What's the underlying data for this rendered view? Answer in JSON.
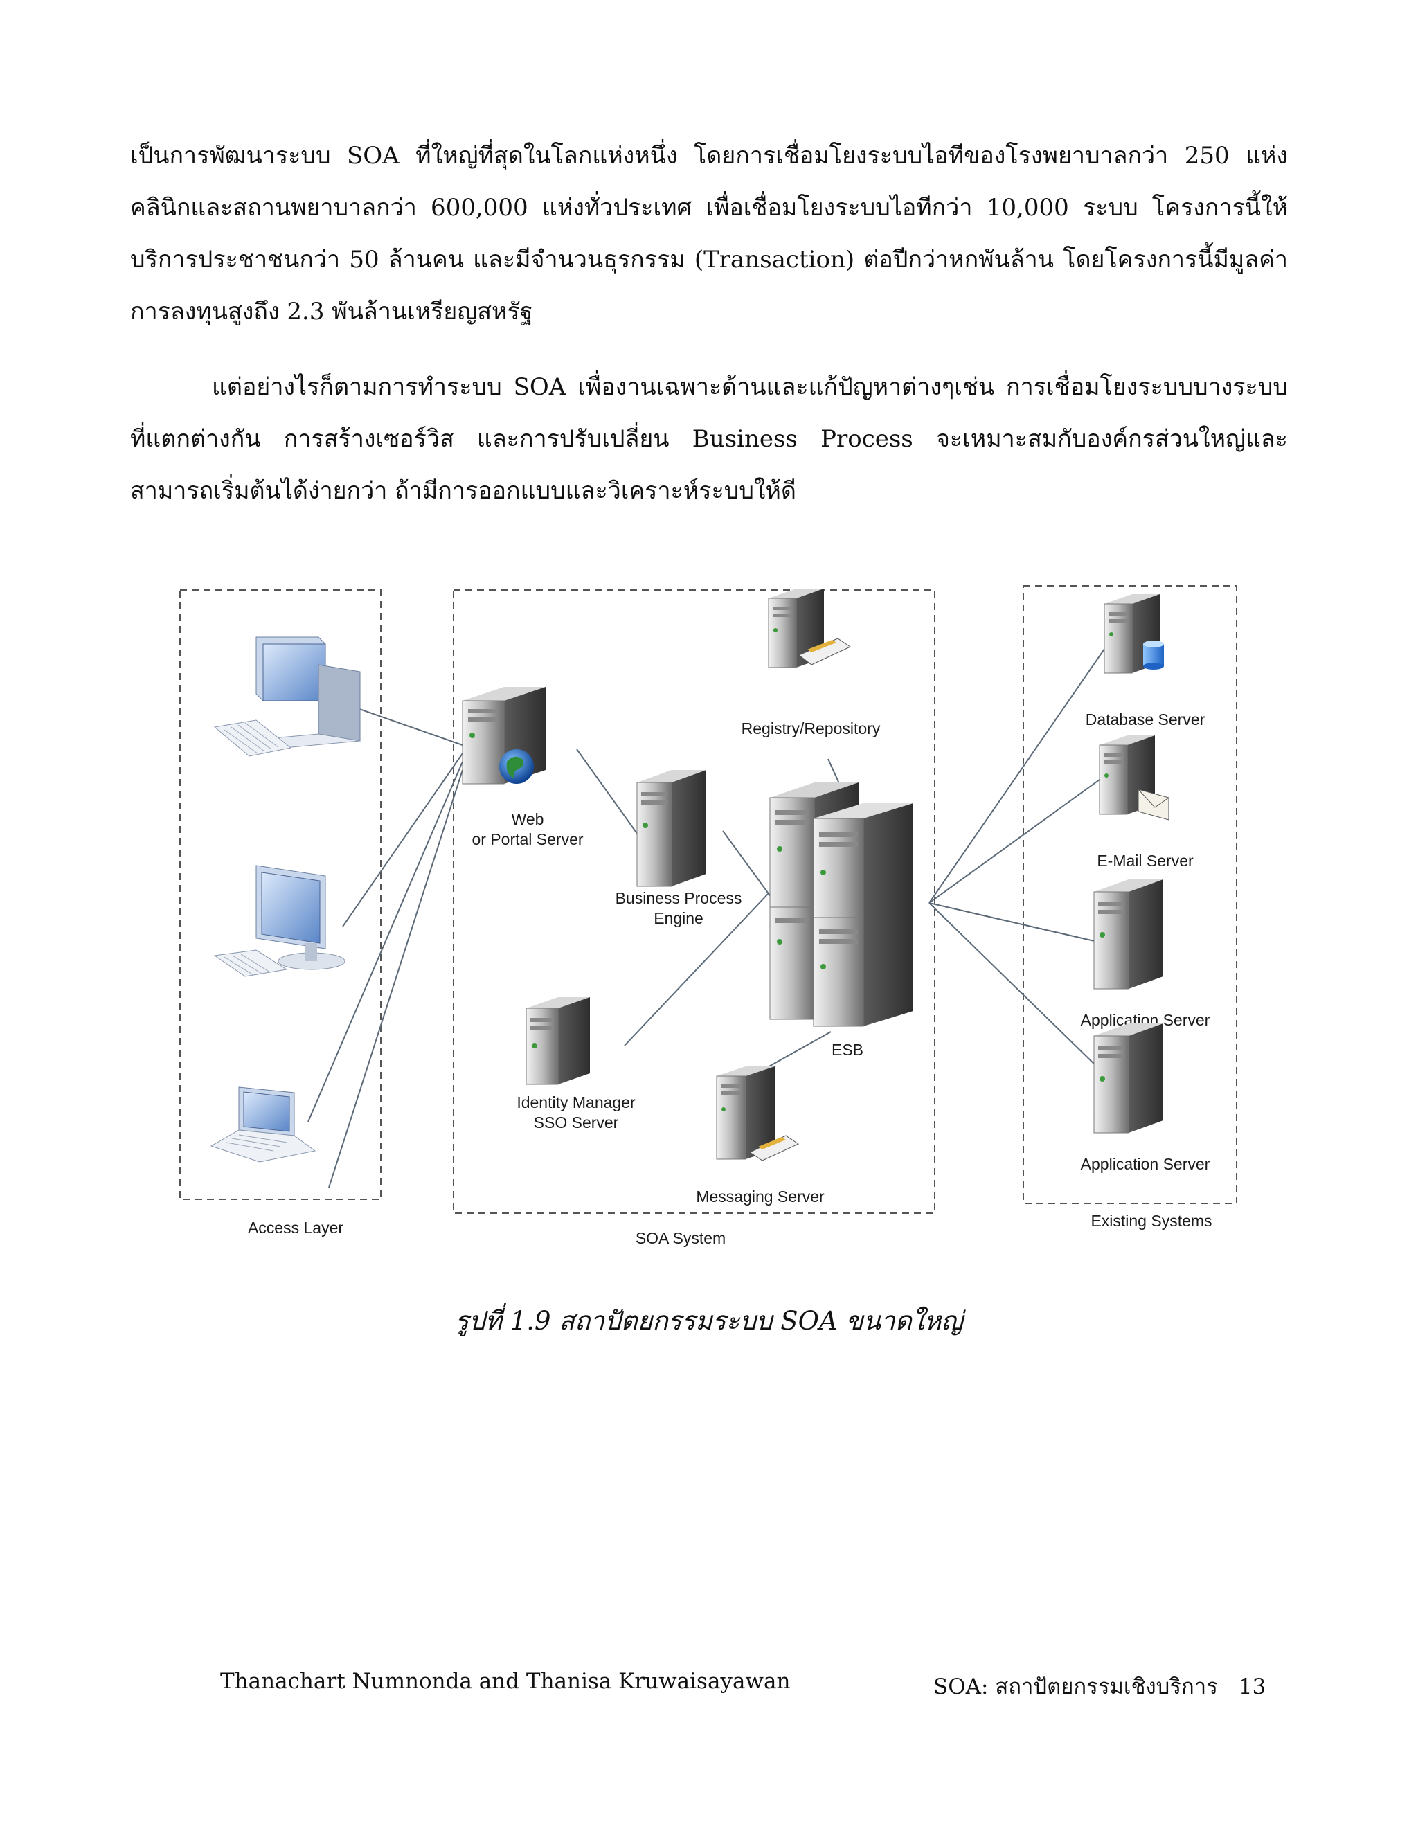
{
  "paragraphs": [
    "เป็นการพัฒนาระบบ SOA ที่ใหญ่ที่สุดในโลกแห่งหนึ่ง โดยการเชื่อมโยงระบบไอทีของโรงพยาบาลกว่า 250 แห่ง คลินิกและสถานพยาบาลกว่า 600,000 แห่งทั่วประเทศ เพื่อเชื่อมโยงระบบไอทีกว่า 10,000 ระบบ โครงการนี้ให้บริการประชาชนกว่า 50 ล้านคน และมีจำนวนธุรกรรม (Transaction) ต่อปีกว่าหกพันล้าน โดยโครงการนี้มีมูลค่าการลงทุนสูงถึง 2.3 พันล้านเหรียญสหรัฐ",
    "แต่อย่างไรก็ตามการทำระบบ SOA เพื่องานเฉพาะด้านและแก้ปัญหาต่างๆเช่น การเชื่อมโยงระบบบางระบบที่แตกต่างกัน การสร้างเซอร์วิส และการปรับเปลี่ยน Business Process จะเหมาะสมกับองค์กรส่วนใหญ่และสามารถเริ่มต้นได้ง่ายกว่า ถ้ามีการออกแบบและวิเคราะห์ระบบให้ดี"
  ],
  "diagram": {
    "groups": {
      "access_layer": "Access Layer",
      "soa_system": "SOA System",
      "existing_systems": "Existing Systems"
    },
    "nodes": {
      "web_line1": "Web",
      "web_line2": "or Portal Server",
      "registry": "Registry/Repository",
      "bpe_line1": "Business Process",
      "bpe_line2": "Engine",
      "esb": "ESB",
      "idm_line1": "Identity Manager",
      "idm_line2": "SSO Server",
      "messaging": "Messaging Server",
      "database": "Database Server",
      "email": "E-Mail Server",
      "app1": "Application Server",
      "app2": "Application Server"
    }
  },
  "caption": "รูปที่  1.9 สถาปัตยกรรมระบบ SOA ขนาดใหญ่",
  "footer": {
    "authors": "Thanachart Numnonda and Thanisa Kruwaisayawan",
    "title": "SOA: สถาปัตยกรรมเชิงบริการ",
    "page_number": "13"
  }
}
